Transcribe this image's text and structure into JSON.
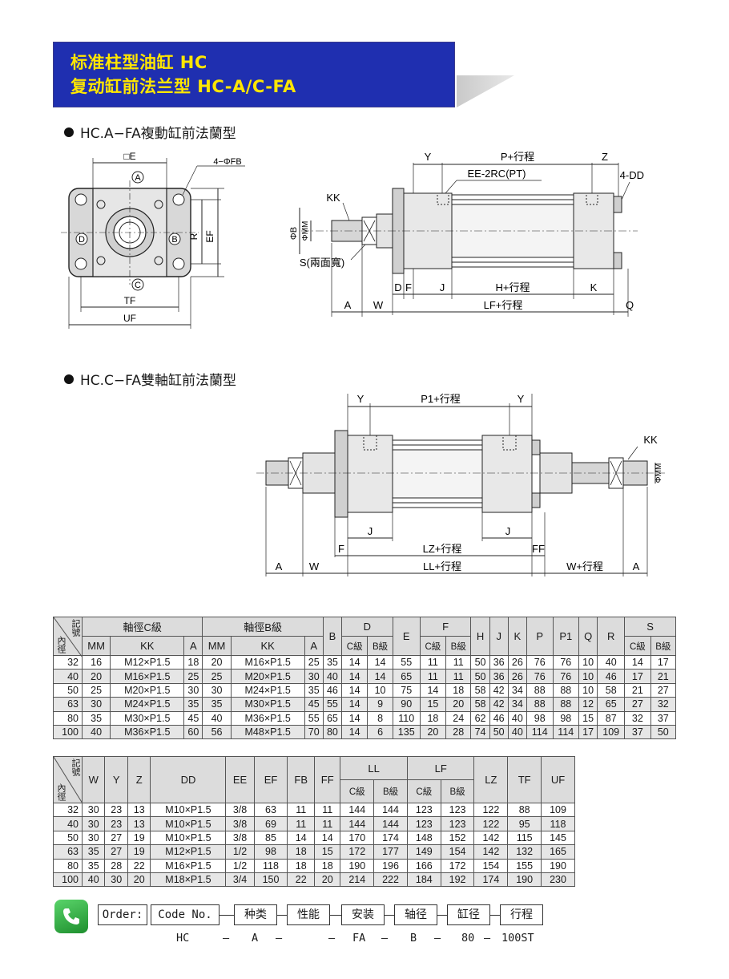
{
  "header": {
    "line1": "标准柱型油缸  HC",
    "line2": "复动缸前法兰型  HC-A/C-FA"
  },
  "sections": {
    "s1_title": "HC.A−FA複動缸前法蘭型",
    "s2_title": "HC.C−FA雙軸缸前法蘭型"
  },
  "drawing1": {
    "front": {
      "E": "□E",
      "FB": "4−ΦFB",
      "A": "A",
      "B": "B",
      "C": "C",
      "D": "D",
      "R": "R",
      "EF": "EF",
      "TF": "TF",
      "UF": "UF"
    },
    "side": {
      "Y": "Y",
      "P": "P+行程",
      "Z": "Z",
      "EE": "EE-2RC(PT)",
      "DD": "4-DD",
      "KK": "KK",
      "PhiB": "ΦB",
      "PhiMM": "ΦMM",
      "S": "S(兩面寬)",
      "D": "D",
      "F": "F",
      "J": "J",
      "H": "H+行程",
      "K": "K",
      "A": "A",
      "W": "W",
      "LF": "LF+行程",
      "Q": "Q"
    }
  },
  "drawing2": {
    "Y1": "Y",
    "P1": "P1+行程",
    "Y2": "Y",
    "KK": "KK",
    "PhiMM": "ΦMM",
    "J1": "J",
    "J2": "J",
    "F1": "F",
    "LZ": "LZ+行程",
    "F2": "FF",
    "A1": "A",
    "W1": "W",
    "LL": "LL+行程",
    "W2": "W+行程",
    "A2": "A"
  },
  "table1": {
    "corner_top": "記號",
    "corner_bottom": "內徑",
    "groups": {
      "C": "軸徑C級",
      "B": "軸徑B級",
      "D": "D",
      "F": "F",
      "S": "S"
    },
    "headers": [
      "MM",
      "KK",
      "A",
      "MM",
      "KK",
      "A",
      "B",
      "C級",
      "B級",
      "E",
      "C級",
      "B級",
      "H",
      "J",
      "K",
      "P",
      "P1",
      "Q",
      "R",
      "C級",
      "B級"
    ],
    "rows": [
      [
        "32",
        "16",
        "M12×P1.5",
        "18",
        "20",
        "M16×P1.5",
        "25",
        "35",
        "14",
        "14",
        "55",
        "11",
        "11",
        "50",
        "36",
        "26",
        "76",
        "76",
        "10",
        "40",
        "14",
        "17"
      ],
      [
        "40",
        "20",
        "M16×P1.5",
        "25",
        "25",
        "M20×P1.5",
        "30",
        "40",
        "14",
        "14",
        "65",
        "11",
        "11",
        "50",
        "36",
        "26",
        "76",
        "76",
        "10",
        "46",
        "17",
        "21"
      ],
      [
        "50",
        "25",
        "M20×P1.5",
        "30",
        "30",
        "M24×P1.5",
        "35",
        "46",
        "14",
        "10",
        "75",
        "14",
        "18",
        "58",
        "42",
        "34",
        "88",
        "88",
        "10",
        "58",
        "21",
        "27"
      ],
      [
        "63",
        "30",
        "M24×P1.5",
        "35",
        "35",
        "M30×P1.5",
        "45",
        "55",
        "14",
        "9",
        "90",
        "15",
        "20",
        "58",
        "42",
        "34",
        "88",
        "88",
        "12",
        "65",
        "27",
        "32"
      ],
      [
        "80",
        "35",
        "M30×P1.5",
        "45",
        "40",
        "M36×P1.5",
        "55",
        "65",
        "14",
        "8",
        "110",
        "18",
        "24",
        "62",
        "46",
        "40",
        "98",
        "98",
        "15",
        "87",
        "32",
        "37"
      ],
      [
        "100",
        "40",
        "M36×P1.5",
        "60",
        "56",
        "M48×P1.5",
        "70",
        "80",
        "14",
        "6",
        "135",
        "20",
        "28",
        "74",
        "50",
        "40",
        "114",
        "114",
        "17",
        "109",
        "37",
        "50"
      ]
    ]
  },
  "table2": {
    "corner_top": "記號",
    "corner_bottom": "內徑",
    "groups": {
      "LL": "LL",
      "LF": "LF"
    },
    "headers": [
      "W",
      "Y",
      "Z",
      "DD",
      "EE",
      "EF",
      "FB",
      "FF",
      "C級",
      "B級",
      "C級",
      "B級",
      "LZ",
      "TF",
      "UF"
    ],
    "rows": [
      [
        "32",
        "30",
        "23",
        "13",
        "M10×P1.5",
        "3/8",
        "63",
        "11",
        "11",
        "144",
        "144",
        "123",
        "123",
        "122",
        "88",
        "109"
      ],
      [
        "40",
        "30",
        "23",
        "13",
        "M10×P1.5",
        "3/8",
        "69",
        "11",
        "11",
        "144",
        "144",
        "123",
        "123",
        "122",
        "95",
        "118"
      ],
      [
        "50",
        "30",
        "27",
        "19",
        "M10×P1.5",
        "3/8",
        "85",
        "14",
        "14",
        "170",
        "174",
        "148",
        "152",
        "142",
        "115",
        "145"
      ],
      [
        "63",
        "35",
        "27",
        "19",
        "M12×P1.5",
        "1/2",
        "98",
        "18",
        "15",
        "172",
        "177",
        "149",
        "154",
        "142",
        "132",
        "165"
      ],
      [
        "80",
        "35",
        "28",
        "22",
        "M16×P1.5",
        "1/2",
        "118",
        "18",
        "18",
        "190",
        "196",
        "166",
        "172",
        "154",
        "155",
        "190"
      ],
      [
        "100",
        "40",
        "30",
        "20",
        "M18×P1.5",
        "3/4",
        "150",
        "22",
        "20",
        "214",
        "222",
        "184",
        "192",
        "174",
        "190",
        "230"
      ]
    ]
  },
  "order": {
    "label": "Order:",
    "code": "Code No.",
    "type": "种类",
    "perf": "性能",
    "mount": "安装",
    "rod": "轴径",
    "bore": "缸径",
    "stroke": "行程",
    "values": {
      "v1": "HC",
      "d1": "—",
      "v2": "A",
      "d2": "—",
      "d3": "—",
      "v4": "FA",
      "d4": "—",
      "v5": "B",
      "d5": "—",
      "v6": "80",
      "d6": "—",
      "v7": "100ST"
    }
  }
}
